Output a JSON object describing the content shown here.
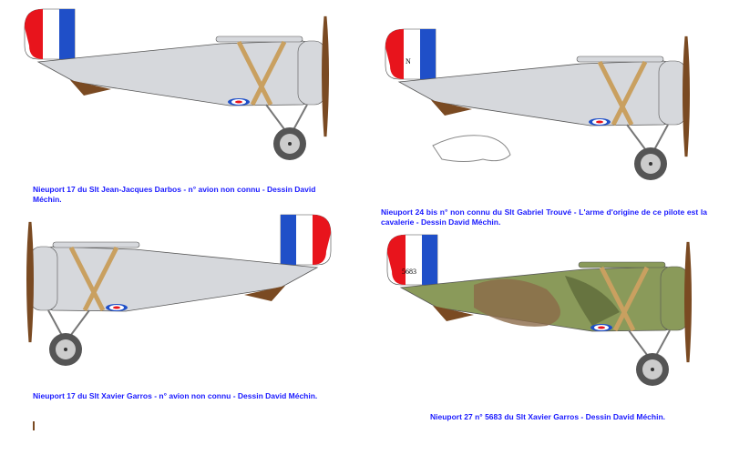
{
  "captions": [
    "Nieuport 17 du Slt Jean-Jacques Darbos - n° avion non connu - Dessin David Méchin.",
    "Nieuport 24 bis n° non connu du Slt Gabriel Trouvé - L'arme d'origine de ce pilote est la cavalerie - Dessin David Méchin.",
    "Nieuport 17 du Slt Xavier Garros - n° avion non connu - Dessin David Méchin.",
    "Nieuport 27 n° 5683 du Slt Xavier Garros - Dessin David Méchin."
  ],
  "tail_markings": {
    "plane2": "N",
    "plane4": "5683"
  },
  "colors": {
    "caption": "#1a1aff",
    "roundel_red": "#e8141c",
    "roundel_blue": "#1f4fc8",
    "silver": "#d6d8dc",
    "prop": "#7a4a22",
    "strut": "#c9a060",
    "camo_green": "#8a9a5a",
    "camo_brown": "#8b6a48"
  }
}
